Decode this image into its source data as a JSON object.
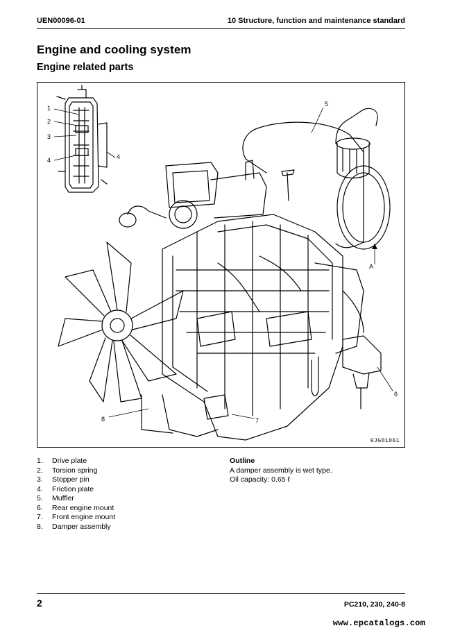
{
  "header": {
    "doc_id": "UEN00096-01",
    "chapter": "10 Structure, function and maintenance standard"
  },
  "title": "Engine and cooling system",
  "subtitle": "Engine related parts",
  "figure": {
    "code": "9JG01061",
    "callouts": [
      "1",
      "2",
      "3",
      "4",
      "4",
      "5",
      "A",
      "6",
      "7",
      "8"
    ]
  },
  "parts": [
    {
      "num": "1.",
      "label": "Drive plate"
    },
    {
      "num": "2.",
      "label": "Torsion spring"
    },
    {
      "num": "3.",
      "label": "Stopper pin"
    },
    {
      "num": "4.",
      "label": "Friction plate"
    },
    {
      "num": "5.",
      "label": "Muffler"
    },
    {
      "num": "6.",
      "label": "Rear engine mount"
    },
    {
      "num": "7.",
      "label": "Front engine mount"
    },
    {
      "num": "8.",
      "label": "Damper assembly"
    }
  ],
  "outline": {
    "title": "Outline",
    "lines": [
      "A damper assembly is wet type.",
      "Oil capacity:  0.65 ℓ"
    ]
  },
  "footer": {
    "page_number": "2",
    "models": "PC210, 230, 240-8",
    "watermark": "www.epcatalogs.com"
  }
}
